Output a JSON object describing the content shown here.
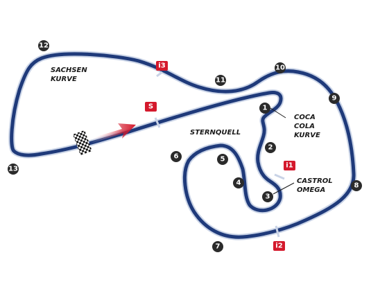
{
  "map": {
    "corners": [
      "1",
      "2",
      "3",
      "4",
      "5",
      "6",
      "7",
      "8",
      "9",
      "10",
      "11",
      "12",
      "13"
    ],
    "sectors": {
      "i1": "i1",
      "i2": "i2",
      "i3": "i3",
      "start": "S"
    },
    "labels": {
      "sachsen_line1": "SACHSEN",
      "sachsen_line2": "KURVE",
      "sternquell": "STERNQUELL",
      "coca_line1": "COCA",
      "coca_line2": "COLA",
      "coca_line3": "KURVE",
      "castrol_line1": "CASTROL",
      "castrol_line2": "OMEGA"
    },
    "colors": {
      "track": "#1f3a7a",
      "corner_badge": "#2b2b2b",
      "sector_badge": "#d4192c",
      "arrow": "#d4192c"
    }
  }
}
